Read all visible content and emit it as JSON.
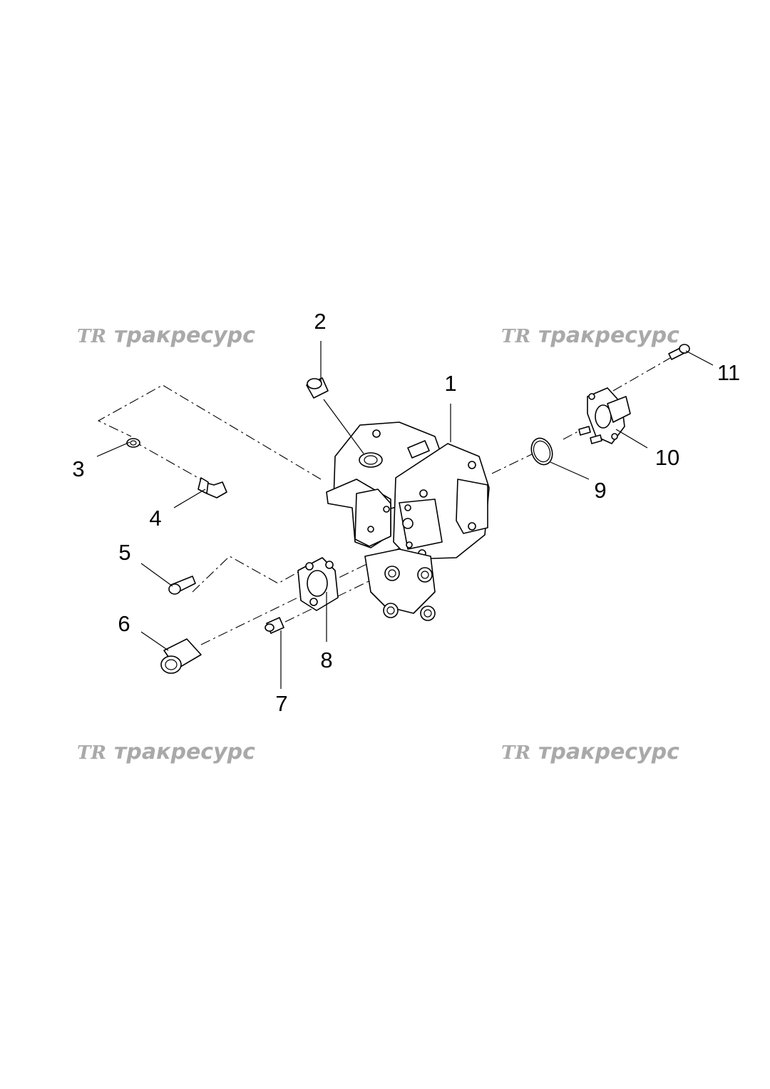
{
  "watermark": {
    "logo": "TR",
    "text": "тракресурс"
  },
  "callouts": [
    "1",
    "2",
    "3",
    "4",
    "5",
    "6",
    "7",
    "8",
    "9",
    "10",
    "11"
  ]
}
